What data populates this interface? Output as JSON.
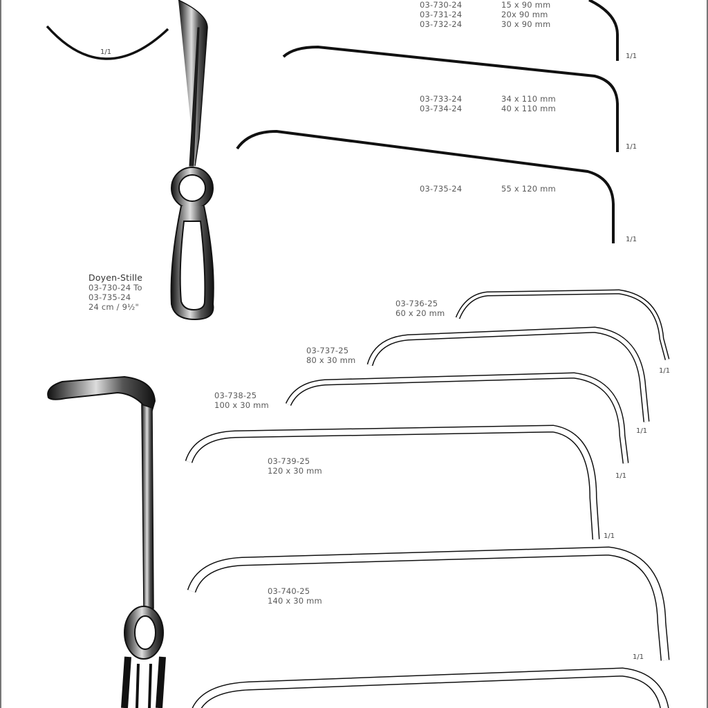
{
  "group_a": {
    "title": "Doyen-Stille",
    "range": [
      "03-730-24 To",
      "03-735-24"
    ],
    "length": "24 cm / 9½\"",
    "blocks": [
      {
        "items": [
          {
            "code": "03-730-24",
            "size": "15 x 90 mm"
          },
          {
            "code": "03-731-24",
            "size": "20x 90 mm"
          },
          {
            "code": "03-732-24",
            "size": "30 x 90 mm"
          }
        ]
      },
      {
        "items": [
          {
            "code": "03-733-24",
            "size": "34 x 110 mm"
          },
          {
            "code": "03-734-24",
            "size": "40 x 110 mm"
          }
        ]
      },
      {
        "items": [
          {
            "code": "03-735-24",
            "size": "55 x 120 mm"
          }
        ]
      }
    ]
  },
  "group_b": [
    {
      "code": "03-736-25",
      "size": "60 x 20 mm"
    },
    {
      "code": "03-737-25",
      "size": "80 x 30 mm"
    },
    {
      "code": "03-738-25",
      "size": "100 x 30 mm"
    },
    {
      "code": "03-739-25",
      "size": "120 x 30 mm"
    },
    {
      "code": "03-740-25",
      "size": "140 x 30 mm"
    }
  ],
  "scale_label": "1/1"
}
